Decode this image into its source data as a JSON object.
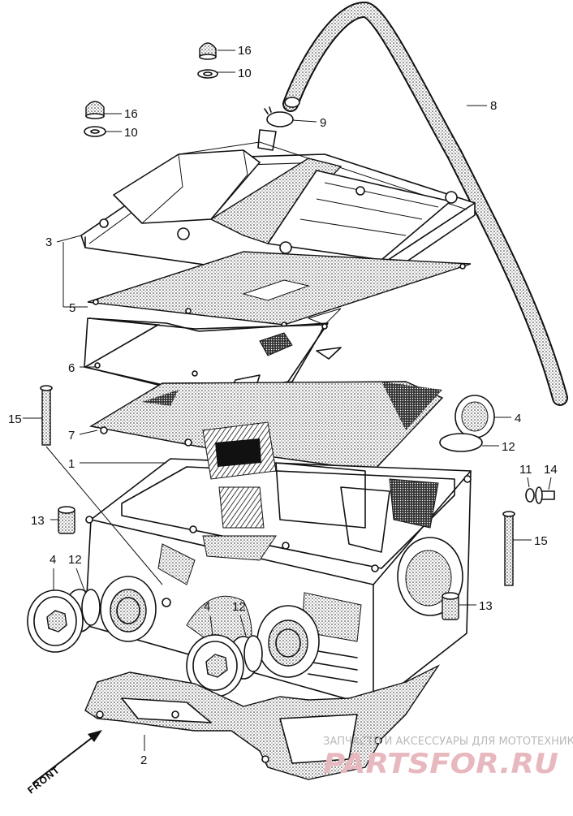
{
  "diagram": {
    "parts": [
      {
        "number": "1"
      },
      {
        "number": "2"
      },
      {
        "number": "3"
      },
      {
        "number": "4"
      },
      {
        "number": "5"
      },
      {
        "number": "6"
      },
      {
        "number": "7"
      },
      {
        "number": "8"
      },
      {
        "number": "9"
      },
      {
        "number": "10"
      },
      {
        "number": "11"
      },
      {
        "number": "12"
      },
      {
        "number": "13"
      },
      {
        "number": "14"
      },
      {
        "number": "15"
      },
      {
        "number": "16"
      }
    ],
    "direction_label": "FRONT"
  },
  "watermark": {
    "caption": "ЗАПЧАСТИ И АКСЕССУАРЫ ДЛЯ МОТОТЕХНИКИ",
    "brand": "PARTSFOR.RU",
    "color": "#e8b8bf"
  },
  "colors": {
    "ink": "#111111",
    "background": "#ffffff"
  }
}
